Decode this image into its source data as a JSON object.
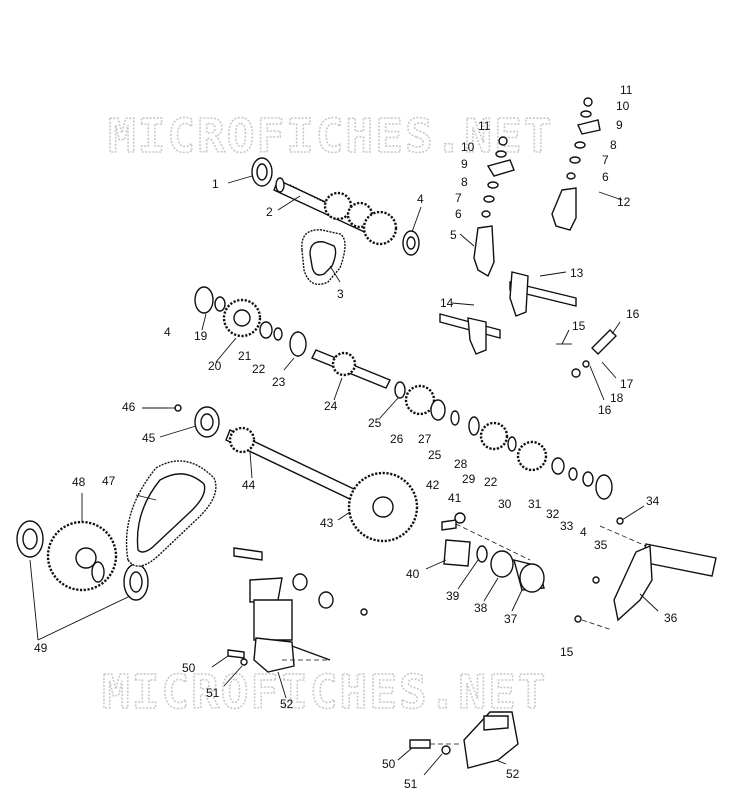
{
  "watermark": "MICROFICHES.NET",
  "callouts": [
    {
      "id": "c1",
      "label": "1"
    },
    {
      "id": "c2",
      "label": "2"
    },
    {
      "id": "c3",
      "label": "3"
    },
    {
      "id": "c4a",
      "label": "4"
    },
    {
      "id": "c4b",
      "label": "4"
    },
    {
      "id": "c4c",
      "label": "4"
    },
    {
      "id": "c5",
      "label": "5"
    },
    {
      "id": "c6a",
      "label": "6"
    },
    {
      "id": "c6b",
      "label": "6"
    },
    {
      "id": "c7a",
      "label": "7"
    },
    {
      "id": "c7b",
      "label": "7"
    },
    {
      "id": "c8a",
      "label": "8"
    },
    {
      "id": "c8b",
      "label": "8"
    },
    {
      "id": "c9a",
      "label": "9"
    },
    {
      "id": "c9b",
      "label": "9"
    },
    {
      "id": "c10a",
      "label": "10"
    },
    {
      "id": "c10b",
      "label": "10"
    },
    {
      "id": "c11a",
      "label": "11"
    },
    {
      "id": "c11b",
      "label": "11"
    },
    {
      "id": "c12",
      "label": "12"
    },
    {
      "id": "c13",
      "label": "13"
    },
    {
      "id": "c14",
      "label": "14"
    },
    {
      "id": "c15a",
      "label": "15"
    },
    {
      "id": "c15b",
      "label": "15"
    },
    {
      "id": "c16a",
      "label": "16"
    },
    {
      "id": "c16b",
      "label": "16"
    },
    {
      "id": "c17",
      "label": "17"
    },
    {
      "id": "c18",
      "label": "18"
    },
    {
      "id": "c19",
      "label": "19"
    },
    {
      "id": "c20",
      "label": "20"
    },
    {
      "id": "c21",
      "label": "21"
    },
    {
      "id": "c22a",
      "label": "22"
    },
    {
      "id": "c22b",
      "label": "22"
    },
    {
      "id": "c23",
      "label": "23"
    },
    {
      "id": "c24",
      "label": "24"
    },
    {
      "id": "c25a",
      "label": "25"
    },
    {
      "id": "c25b",
      "label": "25"
    },
    {
      "id": "c26",
      "label": "26"
    },
    {
      "id": "c27",
      "label": "27"
    },
    {
      "id": "c28",
      "label": "28"
    },
    {
      "id": "c29",
      "label": "29"
    },
    {
      "id": "c30",
      "label": "30"
    },
    {
      "id": "c31",
      "label": "31"
    },
    {
      "id": "c32",
      "label": "32"
    },
    {
      "id": "c33",
      "label": "33"
    },
    {
      "id": "c34",
      "label": "34"
    },
    {
      "id": "c35",
      "label": "35"
    },
    {
      "id": "c36",
      "label": "36"
    },
    {
      "id": "c37",
      "label": "37"
    },
    {
      "id": "c38",
      "label": "38"
    },
    {
      "id": "c39",
      "label": "39"
    },
    {
      "id": "c40",
      "label": "40"
    },
    {
      "id": "c41",
      "label": "41"
    },
    {
      "id": "c42",
      "label": "42"
    },
    {
      "id": "c43",
      "label": "43"
    },
    {
      "id": "c44",
      "label": "44"
    },
    {
      "id": "c45",
      "label": "45"
    },
    {
      "id": "c46",
      "label": "46"
    },
    {
      "id": "c47",
      "label": "47"
    },
    {
      "id": "c48",
      "label": "48"
    },
    {
      "id": "c49",
      "label": "49"
    },
    {
      "id": "c50a",
      "label": "50"
    },
    {
      "id": "c50b",
      "label": "50"
    },
    {
      "id": "c51a",
      "label": "51"
    },
    {
      "id": "c51b",
      "label": "51"
    },
    {
      "id": "c52a",
      "label": "52"
    },
    {
      "id": "c52b",
      "label": "52"
    }
  ]
}
